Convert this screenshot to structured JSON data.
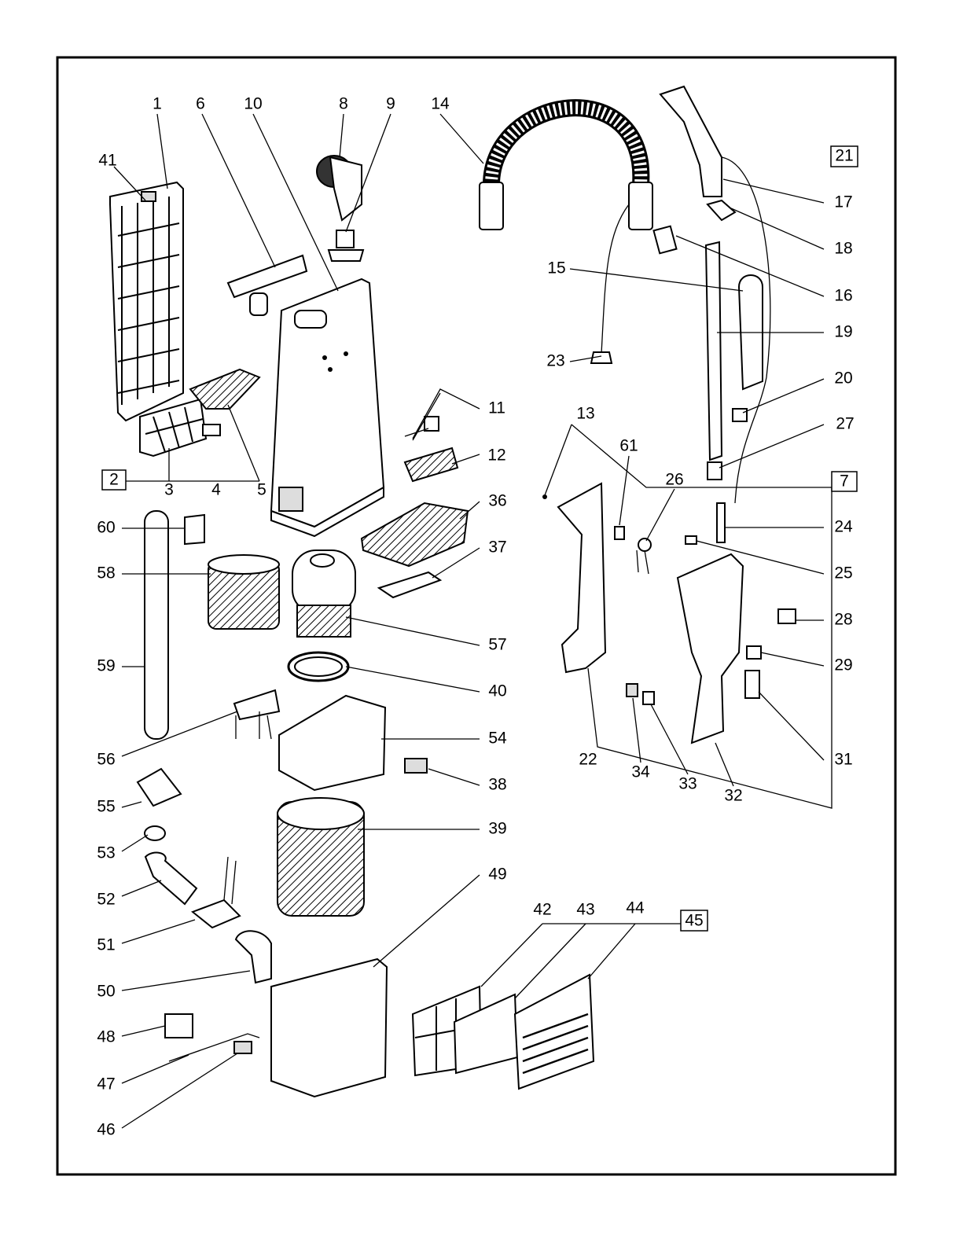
{
  "diagram": {
    "type": "exploded parts diagram",
    "line_color": "#000000",
    "background": "#ffffff"
  },
  "callouts": {
    "1": "1",
    "2": "2",
    "3": "3",
    "4": "4",
    "5": "5",
    "6": "6",
    "7": "7",
    "8": "8",
    "9": "9",
    "10": "10",
    "11": "11",
    "12": "12",
    "13": "13",
    "14": "14",
    "15": "15",
    "16": "16",
    "17": "17",
    "18": "18",
    "19": "19",
    "20": "20",
    "21": "21",
    "22": "22",
    "23": "23",
    "24": "24",
    "25": "25",
    "26": "26",
    "27": "27",
    "28": "28",
    "29": "29",
    "31": "31",
    "32": "32",
    "33": "33",
    "34": "34",
    "36": "36",
    "37": "37",
    "38": "38",
    "39": "39",
    "40": "40",
    "41": "41",
    "42": "42",
    "43": "43",
    "44": "44",
    "45": "45",
    "46": "46",
    "47": "47",
    "48": "48",
    "49": "49",
    "50": "50",
    "51": "51",
    "52": "52",
    "53": "53",
    "54": "54",
    "55": "55",
    "56": "56",
    "57": "57",
    "58": "58",
    "59": "59",
    "60": "60",
    "61": "61"
  },
  "boxed_callouts": [
    "2",
    "7",
    "21",
    "45"
  ]
}
